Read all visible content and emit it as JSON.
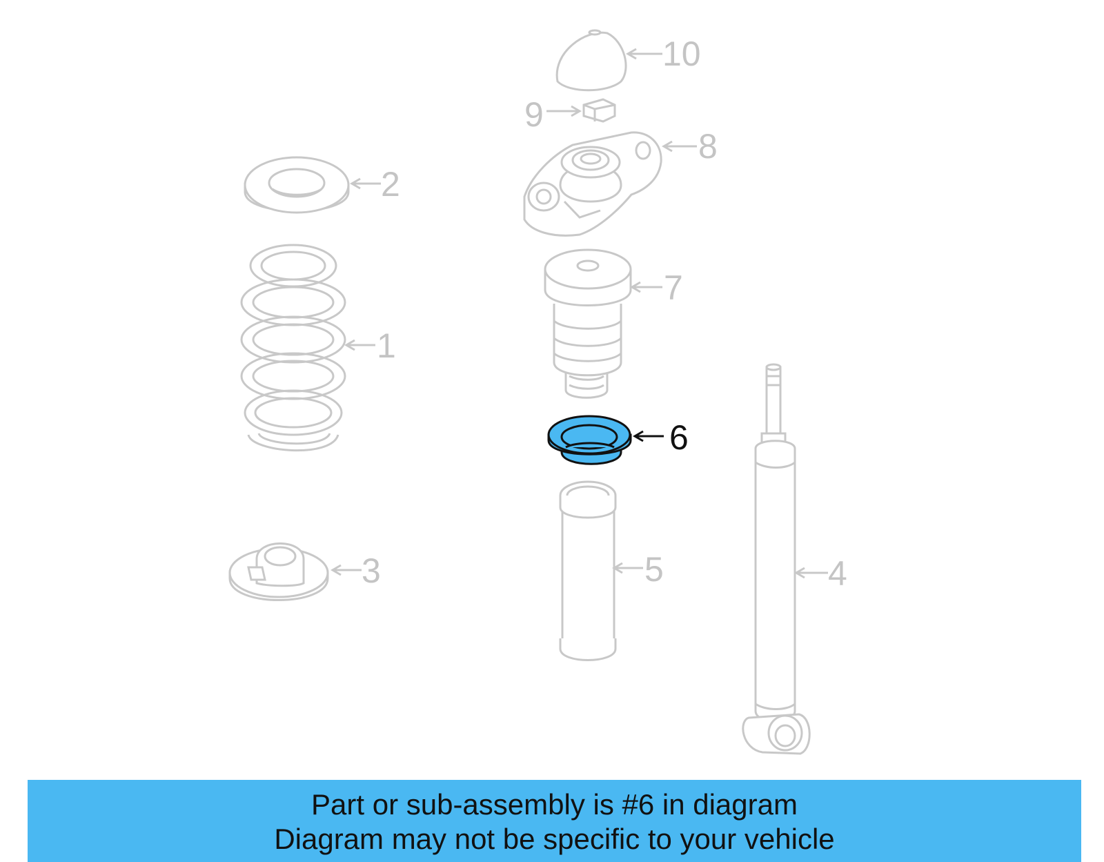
{
  "colors": {
    "faded_line": "#c8c8c8",
    "faded_text": "#c4c4c4",
    "highlight_fill": "#4ab8f2",
    "highlight_line": "#111111",
    "banner_bg": "#4ab8f2"
  },
  "parts": [
    {
      "number": "1",
      "name": "coil-spring",
      "highlighted": false
    },
    {
      "number": "2",
      "name": "upper-spring-seat",
      "highlighted": false
    },
    {
      "number": "3",
      "name": "lower-spring-seat",
      "highlighted": false
    },
    {
      "number": "4",
      "name": "shock-absorber",
      "highlighted": false
    },
    {
      "number": "5",
      "name": "dust-boot",
      "highlighted": false
    },
    {
      "number": "6",
      "name": "bumper-cup",
      "highlighted": true
    },
    {
      "number": "7",
      "name": "bump-stop",
      "highlighted": false
    },
    {
      "number": "8",
      "name": "strut-mount",
      "highlighted": false
    },
    {
      "number": "9",
      "name": "nut",
      "highlighted": false
    },
    {
      "number": "10",
      "name": "dust-cap",
      "highlighted": false
    }
  ],
  "banner": {
    "line1": "Part or sub-assembly is #6 in diagram",
    "line2": "Diagram may not be specific to your vehicle"
  }
}
